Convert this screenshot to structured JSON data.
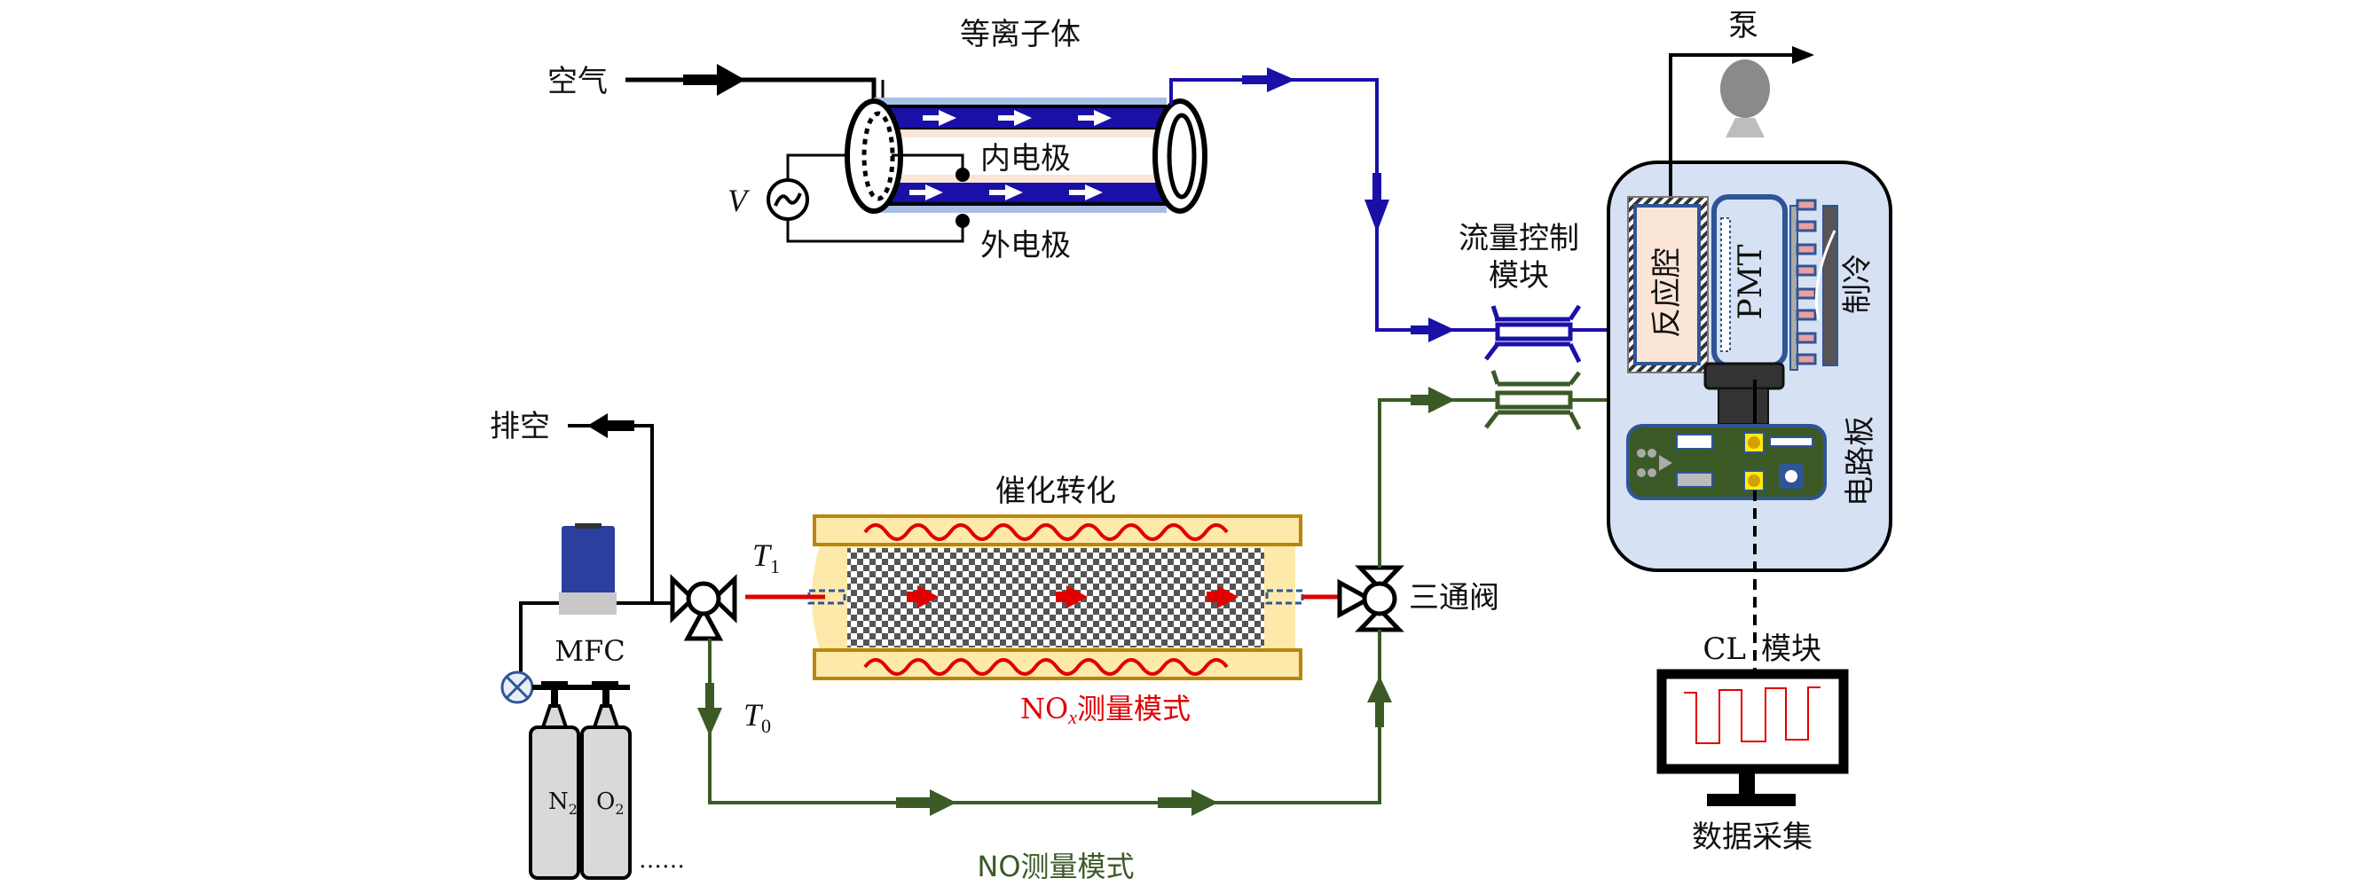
{
  "title": "NO/NOx chemiluminescence measurement system schematic",
  "colors": {
    "air_line": "#000000",
    "ozone_line": "#1a10a8",
    "no_mode_line": "#3b5a26",
    "nox_mode_text": "#e00000",
    "no_mode_text": "#3b5a26",
    "cl_box_fill": "#d6e2f3",
    "reaction_chamber_fill": "#fbe5d6",
    "catalyst_fill": "#fde9a9",
    "pcb_fill": "#3b5a26",
    "heater_wave": "#e00000"
  },
  "labels": {
    "plasma": "等离子体",
    "air": "空气",
    "inner_electrode": "内电极",
    "outer_electrode": "外电极",
    "voltage_source": "V",
    "pump": "泵",
    "flow_control_line1": "流量控制",
    "flow_control_line2": "模块",
    "reaction_chamber": "反应腔",
    "pmt": "PMT",
    "cooling": "制冷",
    "circuit_board": "电路板",
    "vent": "排空",
    "catalytic_conversion": "催化转化",
    "t1": "T",
    "t1_sub": "1",
    "t0": "T",
    "t0_sub": "0",
    "three_way_valve": "三通阀",
    "mfc": "MFC",
    "nox_mode_prefix": "NO",
    "nox_mode_sub": "x",
    "nox_mode_suffix": "测量模式",
    "no_mode": "NO测量模式",
    "cl_module": "CL 模块",
    "data_acquisition": "数据采集",
    "n2": "N",
    "n2_sub": "2",
    "o2": "O",
    "o2_sub": "2",
    "more_gases": "……"
  },
  "icons": {
    "pump": "pump-icon",
    "ac_source": "ac-voltage-source-icon",
    "valve": "three-way-valve-icon",
    "needle_valve": "needle-valve-icon",
    "monitor": "monitor-icon",
    "gas_cylinder": "gas-cylinder-icon",
    "mfc": "mass-flow-controller-icon"
  }
}
